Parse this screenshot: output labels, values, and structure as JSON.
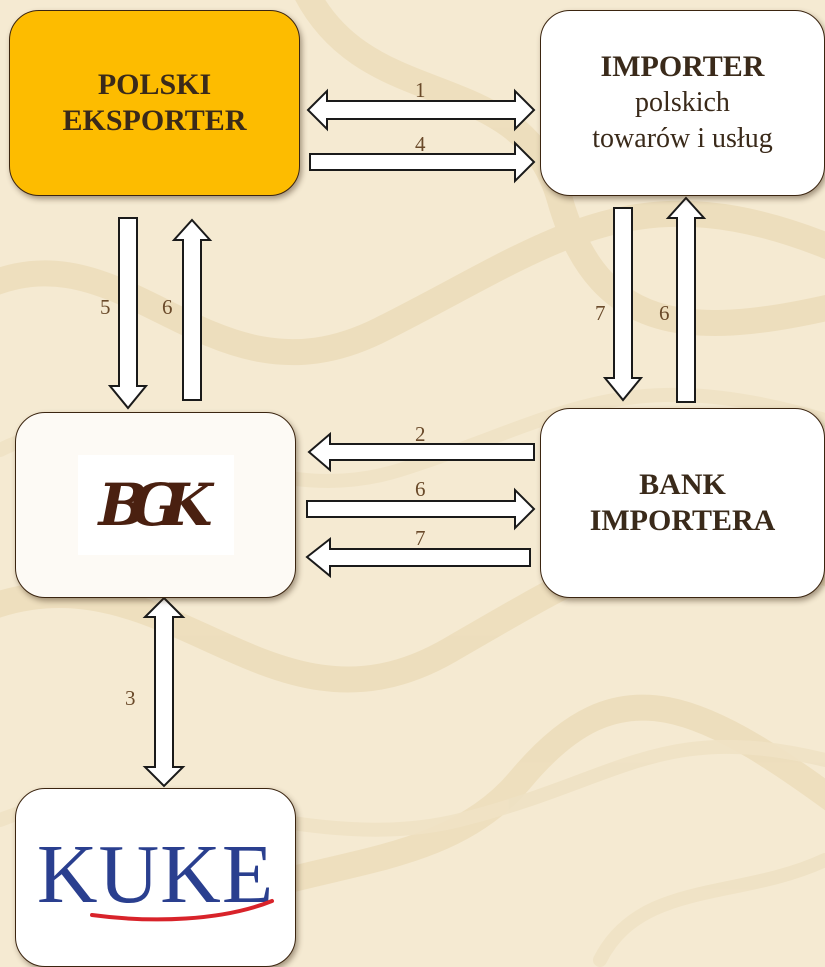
{
  "boxes": {
    "exporter": {
      "line1": "POLSKI",
      "line2": "EKSPORTER"
    },
    "importer": {
      "title": "IMPORTER",
      "line2": "polskich",
      "line3": "towarów i usług"
    },
    "bgk": {
      "logo_text": "BGK"
    },
    "bank": {
      "line1": "BANK",
      "line2": "IMPORTERA"
    },
    "kuke": {
      "logo_text": "KUKE"
    }
  },
  "arrows": {
    "a1": "1",
    "a4": "4",
    "a5": "5",
    "a6_left": "6",
    "a7_right": "7",
    "a6_right": "6",
    "a2": "2",
    "a6_mid": "6",
    "a7_mid": "7",
    "a3": "3"
  },
  "colors": {
    "background": "#f5ead2",
    "exporter_box": "#fdbc00",
    "box_border": "#3b2510",
    "kuke_blue": "#2a3f8f",
    "kuke_red": "#d8232a",
    "bgk_brown": "#4a2010"
  }
}
